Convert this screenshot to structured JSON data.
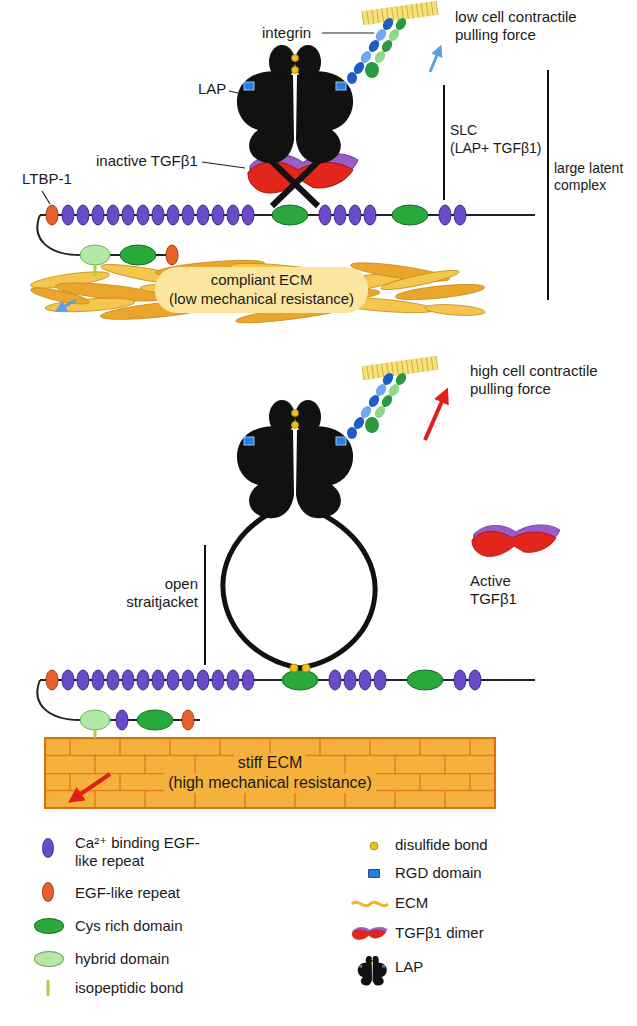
{
  "diagram": {
    "nodes": [
      {
        "text": [
          "compliant ECM",
          "(low mechanical resistance)"
        ]
      },
      {
        "text": [
          "stiff ECM",
          "(high mechanical resistance)"
        ]
      }
    ],
    "labels": [
      "integrin",
      "low cell contractile pulling force",
      "LAP",
      "inactive TGFβ1",
      "SLC",
      "(LAP+ TGFβ1)",
      "large latent complex",
      "LTBP-1",
      "high cell contractile pulling force",
      "open straitjacket",
      "Active TGFβ1"
    ],
    "legend": [
      {
        "text": "Ca²⁺ binding EGF-like repeat",
        "color": "#6a4cc8"
      },
      {
        "text": "EGF-like repeat",
        "color": "#e8602a"
      },
      {
        "text": "Cys rich domain",
        "color": "#2aa83c"
      },
      {
        "text": "hybrid domain",
        "color": "#b4e8a6"
      },
      {
        "text": "isopeptidic bond"
      },
      {
        "text": "disulfide bond"
      },
      {
        "text": "RGD domain",
        "color": "#2a7fd8"
      },
      {
        "text": "ECM"
      },
      {
        "text": "TGFβ1 dimer"
      },
      {
        "text": "LAP"
      }
    ]
  }
}
